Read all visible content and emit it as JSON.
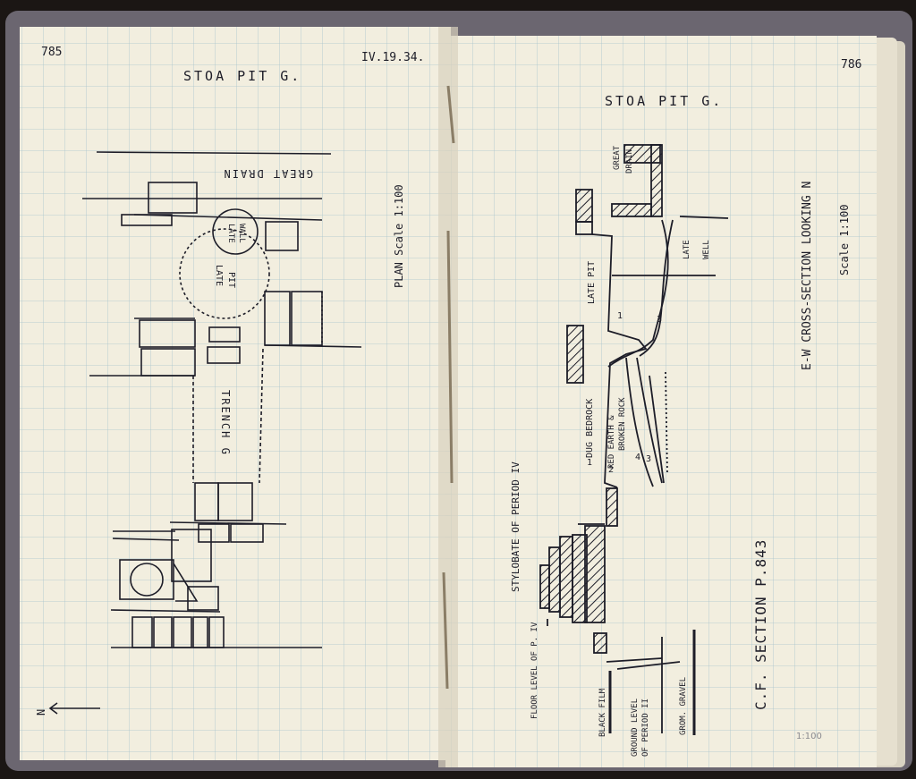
{
  "left_page": {
    "page_number": "785",
    "heading": "STOA PIT G.",
    "date": "IV.19.34.",
    "labels": {
      "great_drain": "GREAT DRAIN",
      "late_wall": [
        "LATE",
        "WALL"
      ],
      "late_pit": [
        "LATE",
        "PIT"
      ],
      "trench": "TRENCH G",
      "plan_scale": "PLAN   Scale 1:100",
      "north_arrow": "N"
    }
  },
  "right_page": {
    "page_number": "786",
    "heading": "STOA PIT G.",
    "labels": {
      "great_drain": [
        "GREAT",
        "DRAIN"
      ],
      "late_pit": "LATE PIT",
      "late_well": [
        "LATE",
        "WELL"
      ],
      "cross_section_title": "E-W CROSS-SECTION LOOKING N",
      "scale": "Scale 1:100",
      "stylobate": "STYLOBATE OF PERIOD IV",
      "floor_level": "FLOOR LEVEL OF P. IV",
      "dug_bedrock": "DUG BEDROCK",
      "red_earth": "RED EARTH &",
      "broken_rock": "BROKEN ROCK",
      "layer_1": "1",
      "layer_2": "2",
      "layer_3": "3",
      "layer_4": "4",
      "black_film": "BLACK FILM",
      "ground_level": "GROUND LEVEL",
      "of_period": "OF PERIOD II",
      "grom_gravel": "GROM. GRAVEL",
      "cf_section": "C.F. SECTION P.843",
      "pencil_scale": "1:100"
    }
  },
  "colors": {
    "paper": "#f2eedf",
    "grid": "#a9c3cc",
    "ink": "#1d1d28",
    "cover": "#6b6670"
  }
}
